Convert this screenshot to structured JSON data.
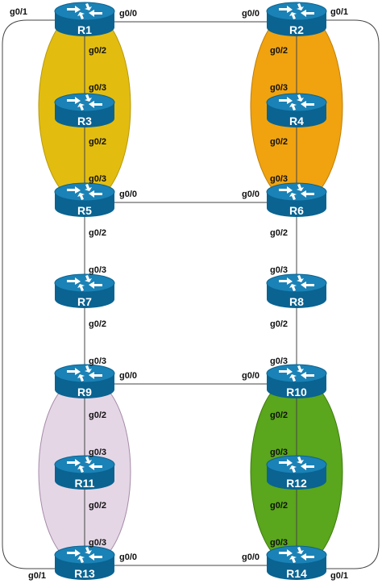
{
  "colors": {
    "router_body": "#0a6391",
    "router_top": "#1a82b6",
    "group_yellow": "#e2bd10",
    "group_orange": "#f0a30f",
    "group_lavender": "#e5d6e6",
    "group_green": "#5aa61c"
  },
  "icons": [
    "router-icon"
  ],
  "routers": [
    {
      "id": "R1",
      "label": "R1"
    },
    {
      "id": "R2",
      "label": "R2"
    },
    {
      "id": "R3",
      "label": "R3"
    },
    {
      "id": "R4",
      "label": "R4"
    },
    {
      "id": "R5",
      "label": "R5"
    },
    {
      "id": "R6",
      "label": "R6"
    },
    {
      "id": "R7",
      "label": "R7"
    },
    {
      "id": "R8",
      "label": "R8"
    },
    {
      "id": "R9",
      "label": "R9"
    },
    {
      "id": "R10",
      "label": "R10"
    },
    {
      "id": "R11",
      "label": "R11"
    },
    {
      "id": "R12",
      "label": "R12"
    },
    {
      "id": "R13",
      "label": "R13"
    },
    {
      "id": "R14",
      "label": "R14"
    }
  ],
  "interface_labels": [
    {
      "id": "r1-g01",
      "text": "g0/1"
    },
    {
      "id": "r1-g00",
      "text": "g0/0"
    },
    {
      "id": "r2-g00",
      "text": "g0/0"
    },
    {
      "id": "r2-g01",
      "text": "g0/1"
    },
    {
      "id": "r1-g02",
      "text": "g0/2"
    },
    {
      "id": "r2-g02",
      "text": "g0/2"
    },
    {
      "id": "r3-g03",
      "text": "g0/3"
    },
    {
      "id": "r4-g03",
      "text": "g0/3"
    },
    {
      "id": "r3-g02",
      "text": "g0/2"
    },
    {
      "id": "r4-g02",
      "text": "g0/2"
    },
    {
      "id": "r5-g03",
      "text": "g0/3"
    },
    {
      "id": "r6-g03",
      "text": "g0/3"
    },
    {
      "id": "r5-g00",
      "text": "g0/0"
    },
    {
      "id": "r6-g00",
      "text": "g0/0"
    },
    {
      "id": "r5-g02",
      "text": "g0/2"
    },
    {
      "id": "r6-g02",
      "text": "g0/2"
    },
    {
      "id": "r7-g03",
      "text": "g0/3"
    },
    {
      "id": "r8-g03",
      "text": "g0/3"
    },
    {
      "id": "r7-g02",
      "text": "g0/2"
    },
    {
      "id": "r8-g02",
      "text": "g0/2"
    },
    {
      "id": "r9-g03",
      "text": "g0/3"
    },
    {
      "id": "r10-g03",
      "text": "g0/3"
    },
    {
      "id": "r9-g00",
      "text": "g0/0"
    },
    {
      "id": "r10-g00",
      "text": "g0/0"
    },
    {
      "id": "r9-g02",
      "text": "g0/2"
    },
    {
      "id": "r10-g02",
      "text": "g0/2"
    },
    {
      "id": "r11-g03",
      "text": "g0/3"
    },
    {
      "id": "r12-g03",
      "text": "g0/3"
    },
    {
      "id": "r11-g02",
      "text": "g0/2"
    },
    {
      "id": "r12-g02",
      "text": "g0/2"
    },
    {
      "id": "r13-g03",
      "text": "g0/3"
    },
    {
      "id": "r14-g03",
      "text": "g0/3"
    },
    {
      "id": "r13-g00",
      "text": "g0/0"
    },
    {
      "id": "r14-g00",
      "text": "g0/0"
    },
    {
      "id": "r13-g01",
      "text": "g0/1"
    },
    {
      "id": "r14-g01",
      "text": "g0/1"
    }
  ]
}
